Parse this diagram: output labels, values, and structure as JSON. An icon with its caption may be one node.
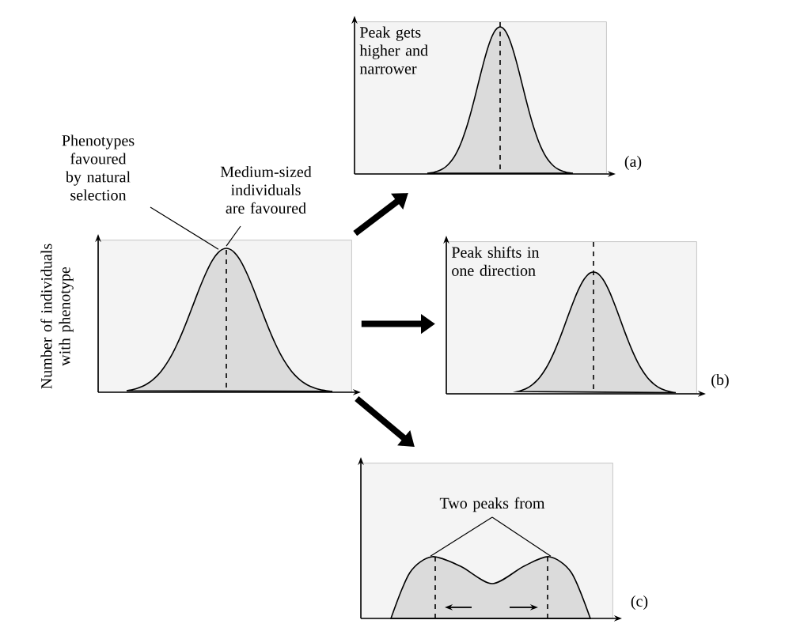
{
  "diagram": {
    "nodes": [
      {
        "text": [],
        "shape": "box",
        "beside": [
          "Number of individuals with phenotype"
        ]
      },
      {
        "text": [
          "Peak gets higher and narrower"
        ],
        "beside": [
          "(a)"
        ]
      },
      {
        "text": [
          "Peak shifts in one direction"
        ],
        "beside": [
          "(b)"
        ]
      },
      {
        "text": [],
        "shape": "box",
        "beside": [
          "(c)"
        ]
      },
      {
        "text": [
          "Phenotypes favoured by natural selection"
        ]
      },
      {
        "text": [
          "Medium-sized individuals are favoured"
        ]
      },
      {
        "text": [
          "Two peaks from"
        ],
        "in": 3
      }
    ],
    "edges": [
      {
        "from": 0,
        "to": 1,
        "arrow": "to",
        "style": "thick"
      },
      {
        "from": 0,
        "to": 2,
        "arrow": "to",
        "style": "thick"
      },
      {
        "from": 0,
        "to": 3,
        "arrow": "to",
        "style": "thick"
      },
      {
        "from": 4,
        "to": 0,
        "arrow": "none"
      },
      {
        "from": 5,
        "to": 0,
        "arrow": "none"
      },
      {
        "from": 6,
        "to": 3,
        "arrow": "none"
      },
      {
        "from": 6,
        "to": 3,
        "arrow": "none"
      }
    ]
  }
}
